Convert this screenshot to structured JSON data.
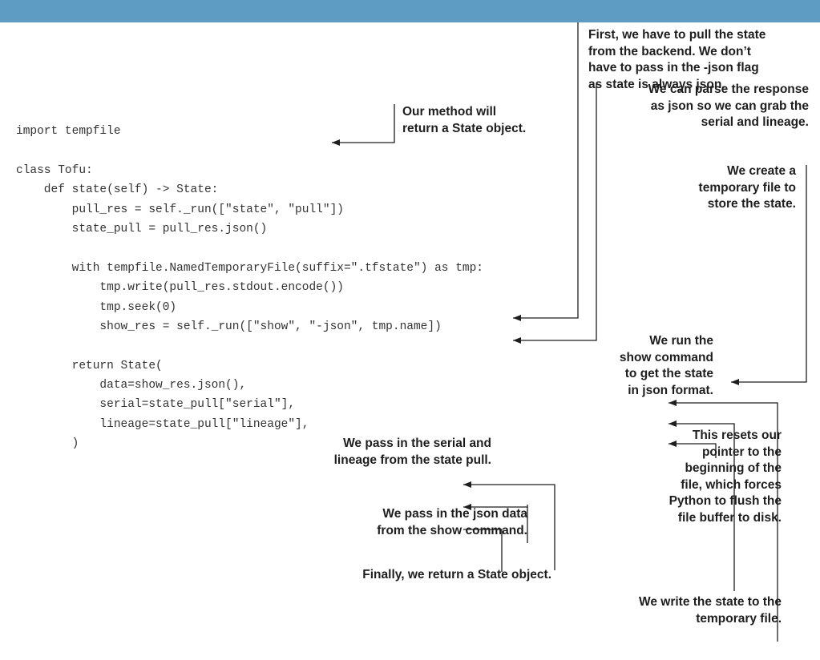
{
  "code_lines": [
    "import tempfile",
    "",
    "class Tofu:",
    "    def state(self) -> State:",
    "        pull_res = self._run([\"state\", \"pull\"])",
    "        state_pull = pull_res.json()",
    "",
    "        with tempfile.NamedTemporaryFile(suffix=\".tfstate\") as tmp:",
    "            tmp.write(pull_res.stdout.encode())",
    "            tmp.seek(0)",
    "            show_res = self._run([\"show\", \"-json\", tmp.name])",
    "",
    "        return State(",
    "            data=show_res.json(),",
    "            serial=state_pull[\"serial\"],",
    "            lineage=state_pull[\"lineage\"],",
    "        )"
  ],
  "annotations": {
    "pull_state": "First, we have to pull the state\nfrom the backend. We don’t\nhave to pass in the -json flag\nas state is always json.",
    "parse_response": "We can parse the response\nas json so we can grab the\nserial and lineage.",
    "return_type": "Our method will\nreturn a State object.",
    "temp_file": "We create a\ntemporary file to\nstore the state.",
    "show_command": "We run the\nshow command\nto get the state\nin json format.",
    "seek_reset": "This resets our\npointer to the\nbeginning of the\nfile, which forces\nPython to flush the\nfile buffer to disk.",
    "serial_lineage": "We pass in the serial and\nlineage from the state pull.",
    "json_data": "We pass in the json data\nfrom the show command.",
    "return_state": "Finally, we return a State object.",
    "write_state": "We write the state to the\ntemporary file."
  }
}
